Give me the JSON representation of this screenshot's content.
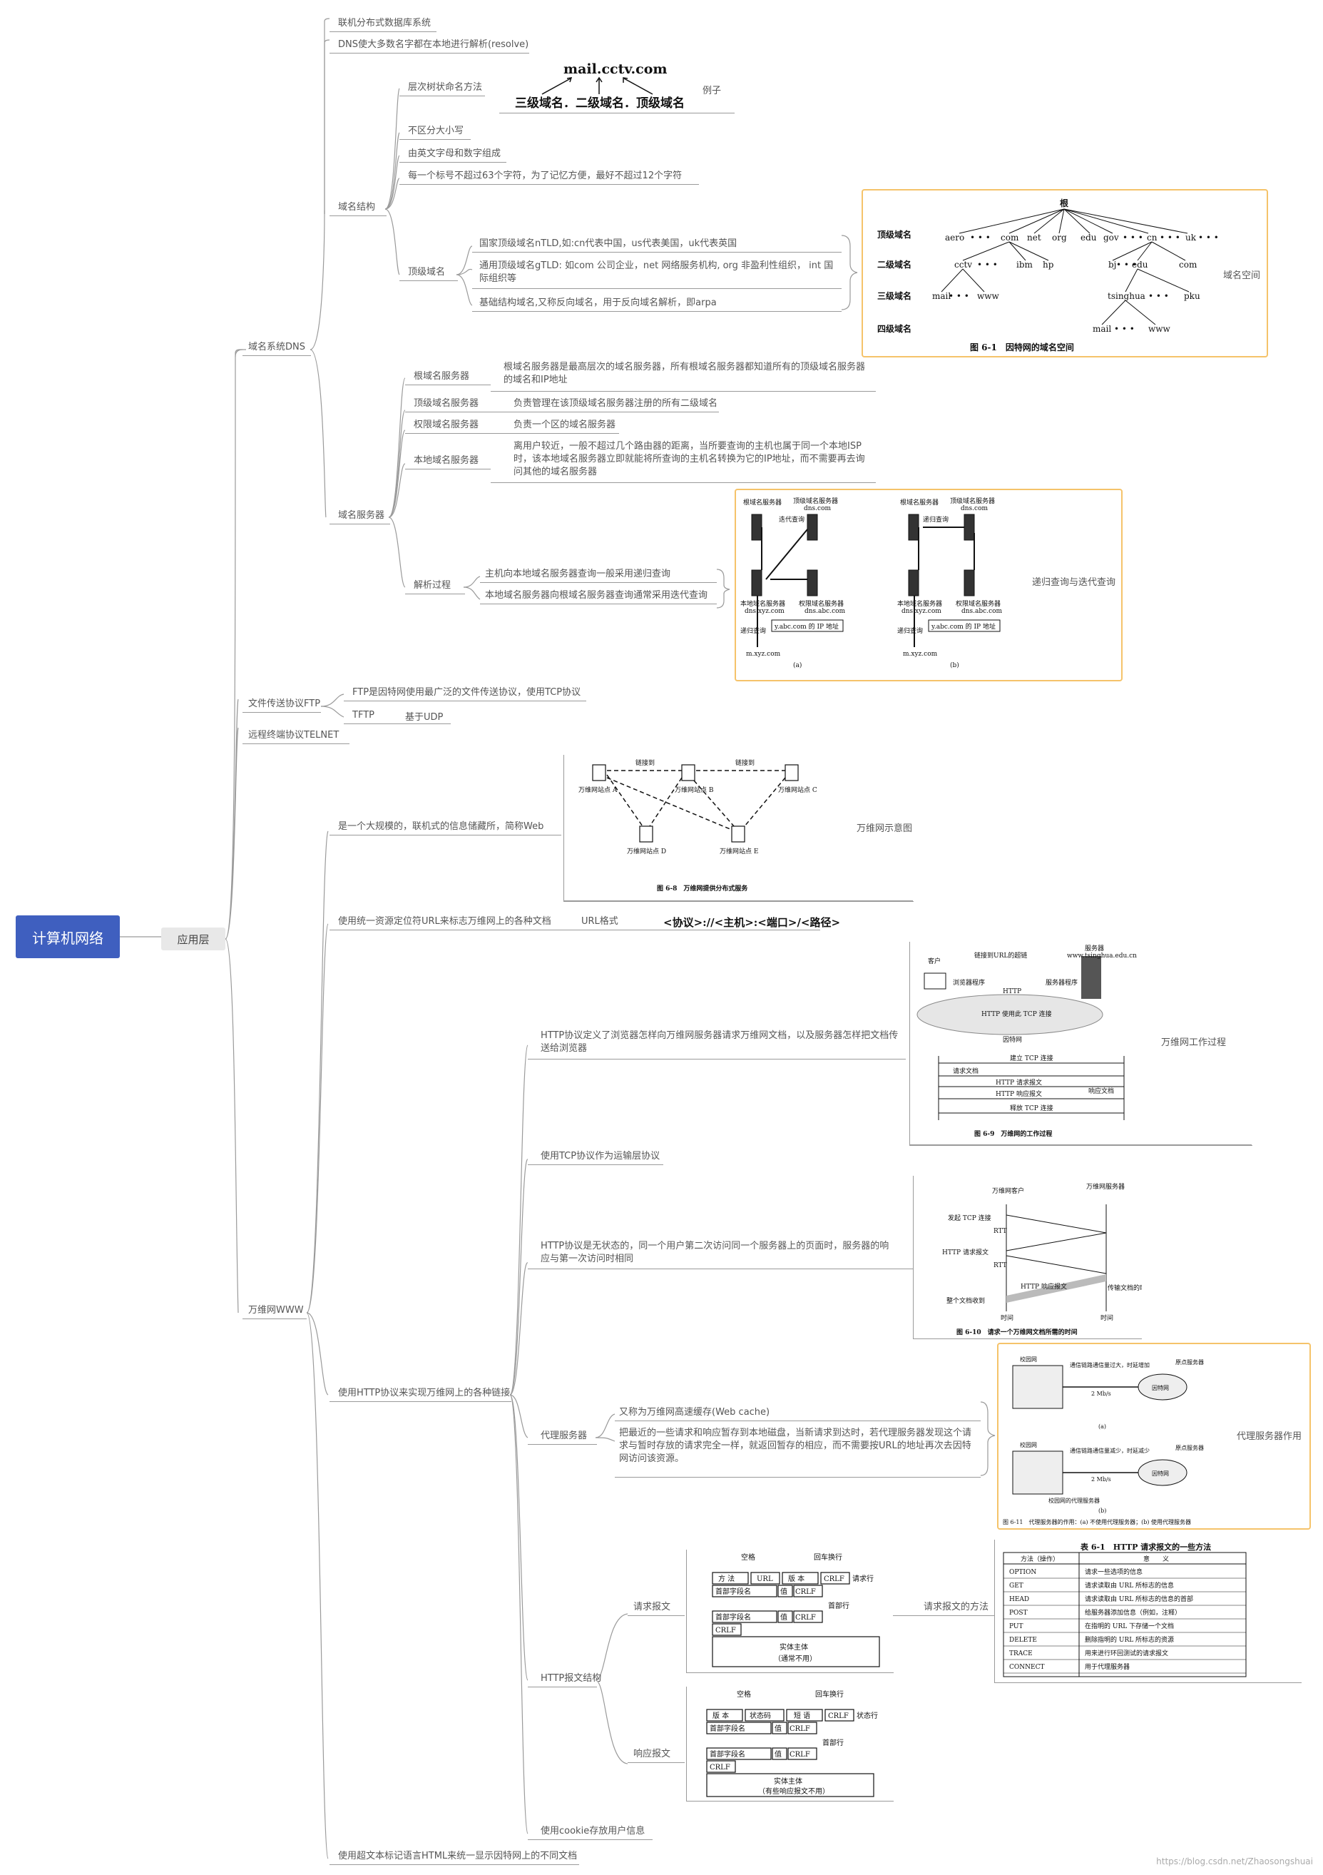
{
  "root": "计算机网络",
  "l1": "应用层",
  "top_items": [
    "联机分布式数据库系统",
    "DNS使大多数名字都在本地进行解析(resolve)"
  ],
  "dns": {
    "label": "域名系统DNS",
    "structure": {
      "label": "域名结构",
      "hier": "层次树状命名方法",
      "example_big": "mail.cctv.com",
      "example_levels": "三级域名．二级域名．顶级域名",
      "example_note": "例子",
      "items": [
        "不区分大小写",
        "由英文字母和数字组成",
        "每一个标号不超过63个字符，为了记忆方便，最好不超过12个字符"
      ],
      "tld": {
        "label": "顶级域名",
        "items": [
          "国家顶级域名nTLD,如:cn代表中国，us代表美国，uk代表英国",
          "通用顶级域名gTLD: 如com 公司企业，net 网络服务机构, org 非盈利性组织， int 国际组织等",
          "基础结构域名,又称反向域名，用于反向域名解析，即arpa"
        ],
        "fig_note": "域名空间"
      }
    },
    "servers": {
      "label": "域名服务器",
      "rows": [
        {
          "label": "根域名服务器",
          "desc": "根域名服务器是最高层次的域名服务器，所有根域名服务器都知道所有的顶级域名服务器的域名和IP地址"
        },
        {
          "label": "顶级域名服务器",
          "desc": "负责管理在该顶级域名服务器注册的所有二级域名"
        },
        {
          "label": "权限域名服务器",
          "desc": "负责一个区的域名服务器"
        },
        {
          "label": "本地域名服务器",
          "desc": "离用户较近，一般不超过几个路由器的距离，当所要查询的主机也属于同一个本地ISP时，该本地域名服务器立即就能将所查询的主机名转换为它的IP地址，而不需要再去询问其他的域名服务器"
        }
      ],
      "resolve": {
        "label": "解析过程",
        "items": [
          "主机向本地域名服务器查询一般采用递归查询",
          "本地域名服务器向根域名服务器查询通常采用迭代查询"
        ],
        "fig_note": "递归查询与迭代查询"
      }
    }
  },
  "ftp": {
    "label": "文件传送协议FTP",
    "items": [
      "FTP是因特网使用最广泛的文件传送协议，使用TCP协议",
      "TFTP"
    ],
    "tftp_note": "基于UDP"
  },
  "telnet": "远程终端协议TELNET",
  "www": {
    "label": "万维网WWW",
    "intro": "是一个大规模的，联机式的信息储藏所，简称Web",
    "intro_note": "万维网示意图",
    "url": "使用统一资源定位符URL来标志万维网上的各种文档",
    "url_format_label": "URL格式",
    "url_format": "<协议>://<主机>:<端口>/<路径>",
    "http": {
      "label": "使用HTTP协议来实现万维网上的各种链接",
      "p1": "HTTP协议定义了浏览器怎样向万维网服务器请求万维网文档，以及服务器怎样把文档传送给浏览器",
      "p1_note": "万维网工作过程",
      "p2": "使用TCP协议作为运输层协议",
      "p3": "HTTP协议是无状态的，同一个用户第二次访问同一个服务器上的页面时，服务器的响应与第一次访问时相同",
      "proxy": {
        "label": "代理服务器",
        "items": [
          "又称为万维网高速缓存(Web cache)",
          "把最近的一些请求和响应暂存到本地磁盘，当新请求到达时，若代理服务器发现这个请求与暂时存放的请求完全一样，就返回暂存的相应，而不需要按URL的地址再次去因特网访问该资源。"
        ],
        "fig_note": "代理服务器作用"
      },
      "msg": {
        "label": "HTTP报文结构",
        "req_label": "请求报文",
        "req_method_label": "请求报文的方法",
        "resp_label": "响应报文"
      },
      "cookie": "使用cookie存放用户信息"
    },
    "html": "使用超文本标记语言HTML来统一显示因特网上的不同文档"
  },
  "figs": {
    "domain_tree": {
      "caption": "图 6-1　因特网的域名空间",
      "root": "根",
      "levels": [
        "顶级域名",
        "二级域名",
        "三级域名",
        "四级域名"
      ],
      "tld": [
        "aero",
        "com",
        "net",
        "org",
        "edu",
        "gov",
        "cn",
        "uk"
      ],
      "sld": [
        "cctv",
        "ibm",
        "hp",
        "bj",
        "edu",
        "com"
      ],
      "third": [
        "mail",
        "www",
        "tsinghua",
        "pku"
      ],
      "fourth": [
        "mail",
        "www"
      ],
      "dots": "• • •"
    },
    "dns_query": {
      "root": "根域名服务器",
      "tld": "顶级域名服务器",
      "tld_name": "dns.com",
      "iter": "迭代查询",
      "rec": "递归查询",
      "local": "本地域名服务器",
      "local_name": "dns.xyz.com",
      "auth": "权限域名服务器",
      "auth_name": "dns.abc.com",
      "host": "m.xyz.com",
      "ip": "y.abc.com 的 IP 地址",
      "a": "(a)",
      "b": "(b)"
    },
    "www_map": {
      "caption": "图 6-8　万维网提供分布式服务",
      "sites": [
        "万维网站点 A",
        "万维网站点 B",
        "万维网站点 C",
        "万维网站点 D",
        "万维网站点 E"
      ],
      "link": "链接到"
    },
    "http_work": {
      "caption": "图 6-9　万维网的工作过程",
      "client": "客户",
      "server": "服务器",
      "server_host": "www.tsinghua.edu.cn",
      "link_hint": "链接到URL的超链",
      "browser": "浏览器程序",
      "server_prog": "服务器程序",
      "http": "HTTP",
      "tcp": "HTTP 使用此 TCP 连接",
      "internet": "因特网",
      "steps": [
        "建立 TCP 连接",
        "请求文档",
        "HTTP 请求报文",
        "HTTP 响应报文",
        "响应文档",
        "释放 TCP 连接"
      ]
    },
    "http_time": {
      "caption": "图 6-10　请求一个万维网文档所需的时间",
      "client": "万维网客户",
      "server": "万维网服务器",
      "labels": [
        "发起 TCP 连接",
        "RTT",
        "HTTP 请求报文",
        "RTT",
        "整个文档收到",
        "时间",
        "时间"
      ],
      "resp": "HTTP 响应报文",
      "trans": "传输文档的时间"
    },
    "proxy": {
      "caption": "图 6-11　代理服务器的作用：(a) 不使用代理服务器；(b) 使用代理服务器",
      "a": "(a)",
      "b": "(b)",
      "note_a": "通信链路通信量过大，时延增加",
      "note_b": "通信链路通信量减少，时延减少",
      "campus": "校园网",
      "origin": "原点服务器",
      "internet": "因特网",
      "rate": "2 Mb/s",
      "proxy": "校园网的代理服务器"
    },
    "req_msg": {
      "space": "空格",
      "crlf_top": "回车换行",
      "method": "方 法",
      "url": "URL",
      "version": "版 本",
      "crlf": "CRLF",
      "req_line": "请求行",
      "hdr_name": "首部字段名",
      "value": "值",
      "hdr": "首部行",
      "body": "实体主体",
      "body_note": "（通常不用）"
    },
    "methods": {
      "caption": "表 6-1　HTTP 请求报文的一些方法",
      "h1": "方法（操作）",
      "h2": "意　　义",
      "rows": [
        [
          "OPTION",
          "请求一些选项的信息"
        ],
        [
          "GET",
          "请求读取由 URL 所标志的信息"
        ],
        [
          "HEAD",
          "请求读取由 URL 所标志的信息的首部"
        ],
        [
          "POST",
          "给服务器添加信息（例如，注释）"
        ],
        [
          "PUT",
          "在指明的 URL 下存储一个文档"
        ],
        [
          "DELETE",
          "删除指明的 URL 所标志的资源"
        ],
        [
          "TRACE",
          "用来进行环回测试的请求报文"
        ],
        [
          "CONNECT",
          "用于代理服务器"
        ]
      ]
    },
    "resp_msg": {
      "space": "空格",
      "crlf_top": "回车换行",
      "version": "版 本",
      "status": "状态码",
      "phrase": "短 语",
      "crlf": "CRLF",
      "status_line": "状态行",
      "hdr_name": "首部字段名",
      "value": "值",
      "hdr": "首部行",
      "body": "实体主体",
      "body_note": "（有些响应报文不用）"
    }
  },
  "watermark": "https://blog.csdn.net/Zhaosongshuai"
}
